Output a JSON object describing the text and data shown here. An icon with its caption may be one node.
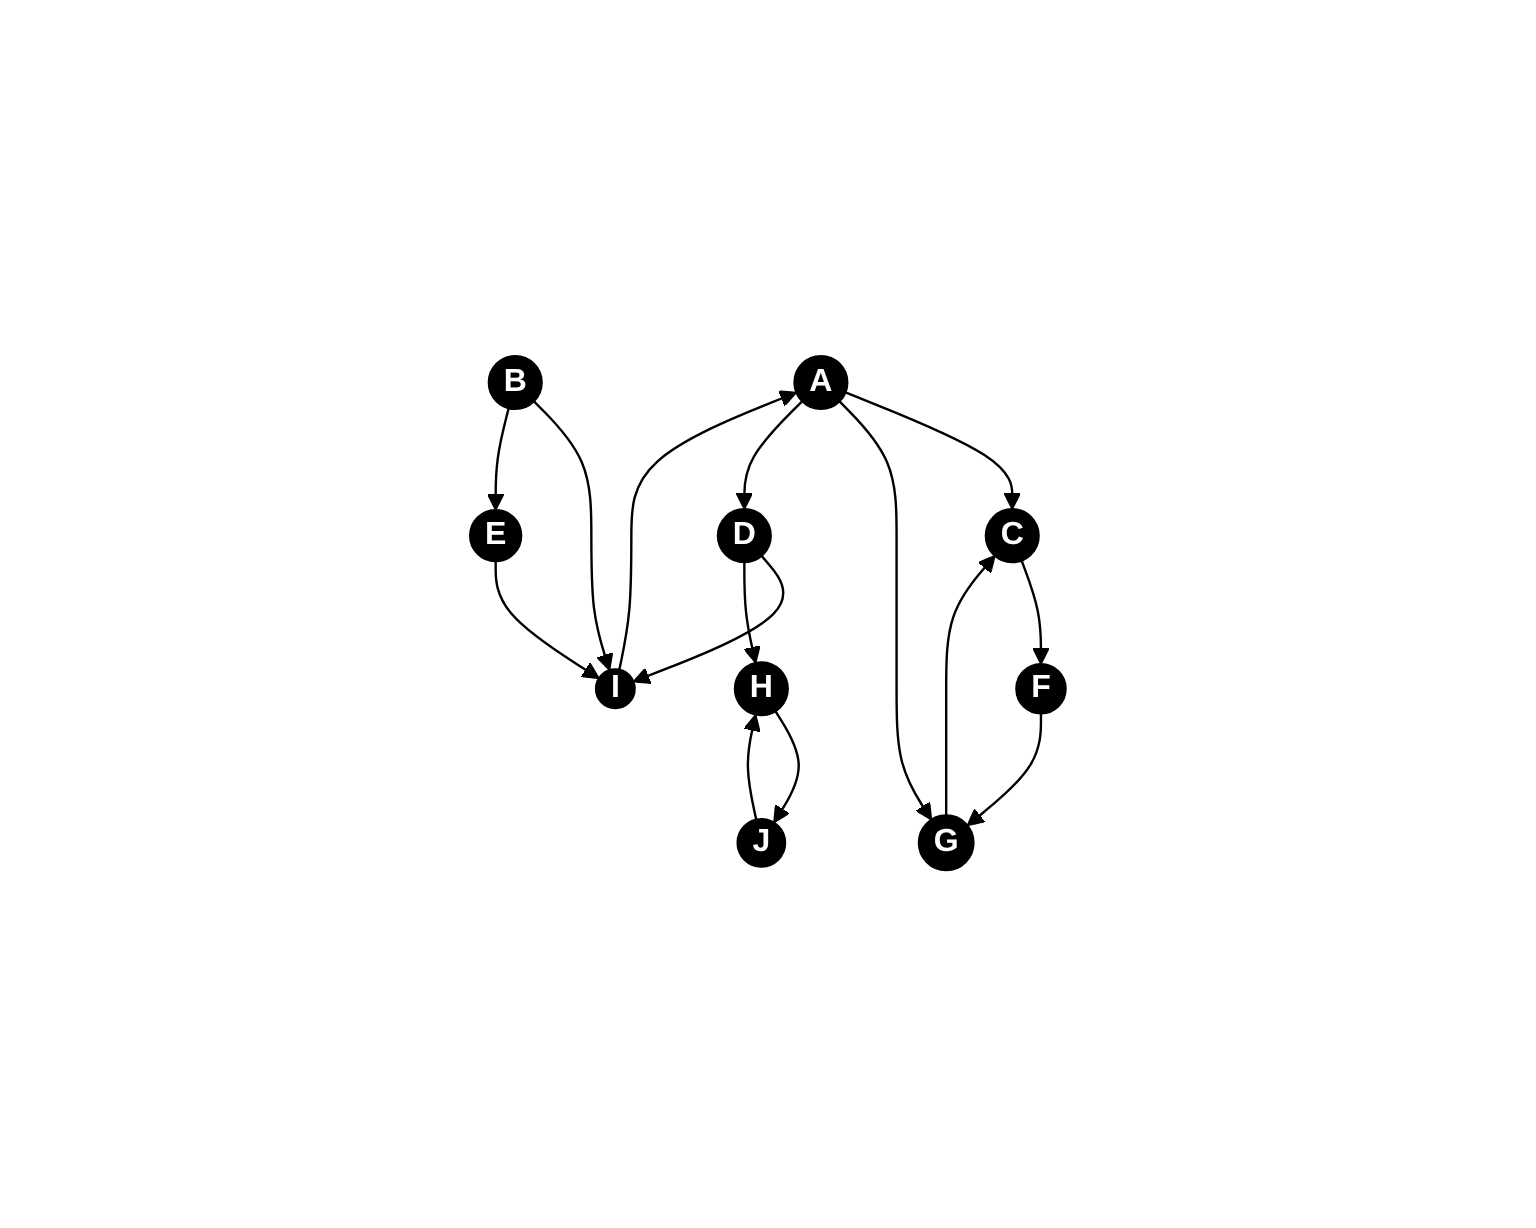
{
  "diagram": {
    "nodes": [
      {
        "text": [
          "A"
        ]
      },
      {
        "text": [
          "B"
        ]
      },
      {
        "text": [
          "C"
        ]
      },
      {
        "text": [
          "D"
        ]
      },
      {
        "text": [
          "E"
        ]
      },
      {
        "text": [
          "F"
        ]
      },
      {
        "text": [
          "G"
        ]
      },
      {
        "text": [
          "H"
        ]
      },
      {
        "text": [
          "I"
        ]
      },
      {
        "text": [
          "J"
        ]
      }
    ],
    "edges": [
      {
        "from": 0,
        "to": 2,
        "arrow": "to"
      },
      {
        "from": 0,
        "to": 6,
        "arrow": "to"
      },
      {
        "from": 0,
        "to": 3,
        "arrow": "to"
      },
      {
        "from": 8,
        "to": 0,
        "arrow": "to"
      },
      {
        "from": 1,
        "to": 8,
        "arrow": "to"
      },
      {
        "from": 1,
        "to": 4,
        "arrow": "to"
      },
      {
        "from": 4,
        "to": 8,
        "arrow": "to"
      },
      {
        "from": 3,
        "to": 8,
        "arrow": "to"
      },
      {
        "from": 3,
        "to": 7,
        "arrow": "to"
      },
      {
        "from": 2,
        "to": 5,
        "arrow": "to"
      },
      {
        "from": 5,
        "to": 6,
        "arrow": "to"
      },
      {
        "from": 6,
        "to": 2,
        "arrow": "to"
      },
      {
        "from": 7,
        "to": 9,
        "arrow": "to"
      },
      {
        "from": 9,
        "to": 7,
        "arrow": "to"
      }
    ]
  }
}
